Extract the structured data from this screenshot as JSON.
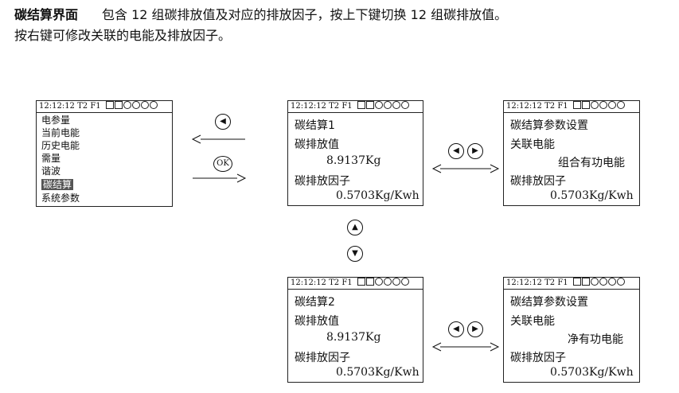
{
  "intro": {
    "title": "碳结算界面",
    "text1": "包含 12 组碳排放值及对应的排放因子，按上下键切换 12 组碳排放值。",
    "text2": "按右键可修改关联的电能及排放因子。"
  },
  "status": {
    "time": "12:12:12",
    "t": "T2",
    "f": "F1"
  },
  "menu": {
    "items": [
      "电参量",
      "当前电能",
      "历史电能",
      "需量",
      "谐波",
      "碳结算",
      "系统参数"
    ],
    "selected": "碳结算"
  },
  "carbon1": {
    "title": "碳结算1",
    "emission_label": "碳排放值",
    "emission_value": "8.9137Kg",
    "factor_label": "碳排放因子",
    "factor_value": "0.5703Kg/Kwh"
  },
  "carbon2": {
    "title": "碳结算2",
    "emission_label": "碳排放值",
    "emission_value": "8.9137Kg",
    "factor_label": "碳排放因子",
    "factor_value": "0.5703Kg/Kwh"
  },
  "param1": {
    "title": "碳结算参数设置",
    "link_label": "关联电能",
    "link_value": "组合有功电能",
    "factor_label": "碳排放因子",
    "factor_value": "0.5703Kg/Kwh"
  },
  "param2": {
    "title": "碳结算参数设置",
    "link_label": "关联电能",
    "link_value": "净有功电能",
    "factor_label": "碳排放因子",
    "factor_value": "0.5703Kg/Kwh"
  },
  "buttons": {
    "ok": "OK",
    "left": "left-arrow-icon",
    "right": "right-arrow-icon",
    "up": "up-arrow-icon",
    "down": "down-arrow-icon"
  }
}
